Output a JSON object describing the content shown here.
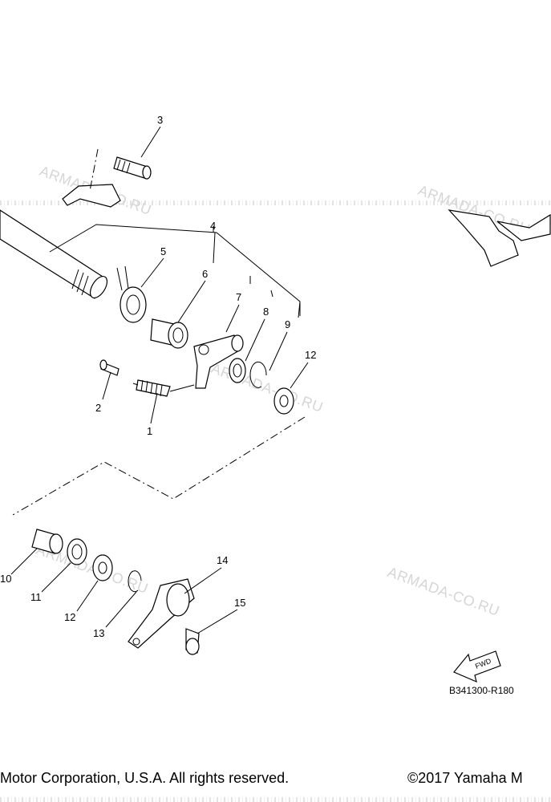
{
  "diagram": {
    "callouts": {
      "c1": "1",
      "c2": "2",
      "c3": "3",
      "c4": "4",
      "c5": "5",
      "c6": "6",
      "c7": "7",
      "c8": "8",
      "c9": "9",
      "c10": "10",
      "c11": "11",
      "c12a": "12",
      "c12b": "12",
      "c13": "13",
      "c14": "14",
      "c15": "15"
    },
    "watermark": "ARMADA-CO.RU",
    "fwd_label": "FWD",
    "ref_code": "B341300-R180"
  },
  "footer": {
    "copyright_left": "Motor Corporation, U.S.A. All rights reserved.",
    "copyright_right": "©2017 Yamaha M"
  }
}
